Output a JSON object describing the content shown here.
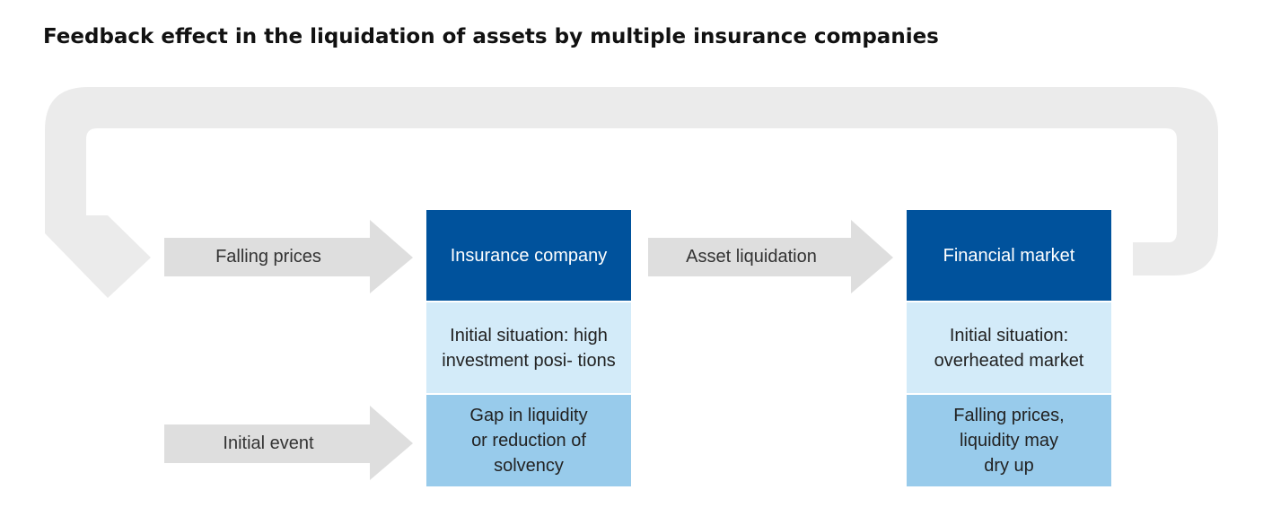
{
  "title": "Feedback effect in the liquidation of assets by multiple insurance companies",
  "colors": {
    "loop_arrow": "#ebebeb",
    "flow_arrow": "#dedede",
    "header_box": "#00529c",
    "light_box": "#d3ebf9",
    "mid_box": "#98cbeb"
  },
  "arrows": {
    "falling_prices": "Falling prices",
    "asset_liquidation": "Asset liquidation",
    "initial_event": "Initial event"
  },
  "insurance": {
    "header": "Insurance company",
    "initial_situation": "Initial situation: high investment posi- tions",
    "gap": "Gap in liquidity or reduction of solvency"
  },
  "market": {
    "header": "Financial market",
    "initial_situation": "Initial situation: overheated market",
    "falling": "Falling prices, liquidity may dry up"
  }
}
